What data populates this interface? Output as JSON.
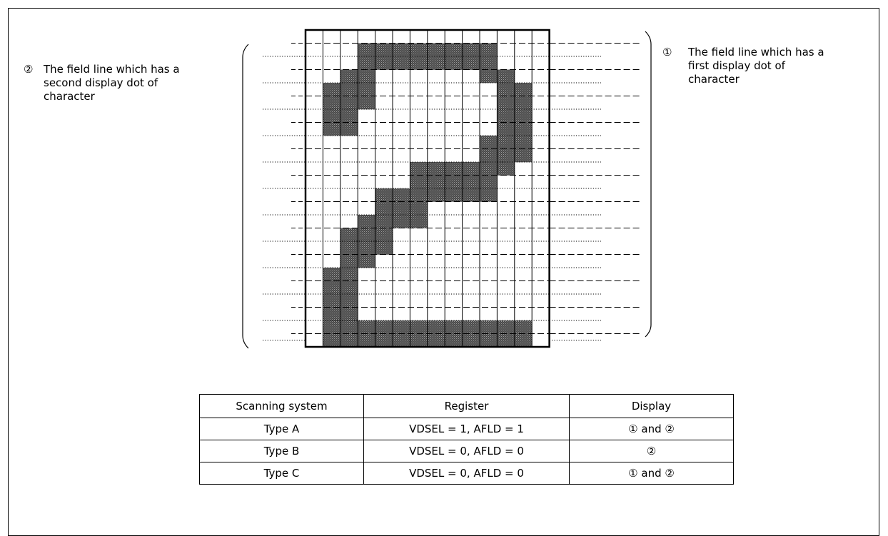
{
  "annotations": {
    "second": {
      "marker": "②",
      "lines": [
        "The field line which has a",
        "second display dot of",
        "character"
      ]
    },
    "first": {
      "marker": "①",
      "lines": [
        "The field line which has a",
        "first display dot of",
        "character"
      ]
    }
  },
  "character_matrix": {
    "columns": 14,
    "rows": 24,
    "filled_cells": [
      [
        1,
        3
      ],
      [
        1,
        4
      ],
      [
        1,
        5
      ],
      [
        1,
        6
      ],
      [
        1,
        7
      ],
      [
        1,
        8
      ],
      [
        1,
        9
      ],
      [
        1,
        10
      ],
      [
        2,
        3
      ],
      [
        2,
        4
      ],
      [
        2,
        5
      ],
      [
        2,
        6
      ],
      [
        2,
        7
      ],
      [
        2,
        8
      ],
      [
        2,
        9
      ],
      [
        2,
        10
      ],
      [
        3,
        2
      ],
      [
        3,
        3
      ],
      [
        3,
        10
      ],
      [
        3,
        11
      ],
      [
        4,
        1
      ],
      [
        4,
        2
      ],
      [
        4,
        3
      ],
      [
        4,
        11
      ],
      [
        4,
        12
      ],
      [
        5,
        1
      ],
      [
        5,
        2
      ],
      [
        5,
        3
      ],
      [
        5,
        11
      ],
      [
        5,
        12
      ],
      [
        6,
        1
      ],
      [
        6,
        2
      ],
      [
        6,
        11
      ],
      [
        6,
        12
      ],
      [
        7,
        1
      ],
      [
        7,
        2
      ],
      [
        7,
        11
      ],
      [
        7,
        12
      ],
      [
        8,
        10
      ],
      [
        8,
        11
      ],
      [
        8,
        12
      ],
      [
        9,
        10
      ],
      [
        9,
        11
      ],
      [
        9,
        12
      ],
      [
        10,
        6
      ],
      [
        10,
        7
      ],
      [
        10,
        8
      ],
      [
        10,
        9
      ],
      [
        10,
        10
      ],
      [
        10,
        11
      ],
      [
        11,
        6
      ],
      [
        11,
        7
      ],
      [
        11,
        8
      ],
      [
        11,
        9
      ],
      [
        11,
        10
      ],
      [
        12,
        4
      ],
      [
        12,
        5
      ],
      [
        12,
        6
      ],
      [
        12,
        7
      ],
      [
        12,
        8
      ],
      [
        12,
        9
      ],
      [
        12,
        10
      ],
      [
        13,
        4
      ],
      [
        13,
        5
      ],
      [
        13,
        6
      ],
      [
        14,
        3
      ],
      [
        14,
        4
      ],
      [
        14,
        5
      ],
      [
        14,
        6
      ],
      [
        15,
        2
      ],
      [
        15,
        3
      ],
      [
        15,
        4
      ],
      [
        16,
        2
      ],
      [
        16,
        3
      ],
      [
        16,
        4
      ],
      [
        17,
        2
      ],
      [
        17,
        3
      ],
      [
        18,
        1
      ],
      [
        18,
        2
      ],
      [
        19,
        1
      ],
      [
        19,
        2
      ],
      [
        20,
        1
      ],
      [
        20,
        2
      ],
      [
        21,
        1
      ],
      [
        21,
        2
      ],
      [
        22,
        1
      ],
      [
        22,
        2
      ],
      [
        22,
        3
      ],
      [
        22,
        4
      ],
      [
        22,
        5
      ],
      [
        22,
        6
      ],
      [
        22,
        7
      ],
      [
        22,
        8
      ],
      [
        22,
        9
      ],
      [
        22,
        10
      ],
      [
        22,
        11
      ],
      [
        22,
        12
      ],
      [
        23,
        1
      ],
      [
        23,
        2
      ],
      [
        23,
        3
      ],
      [
        23,
        4
      ],
      [
        23,
        5
      ],
      [
        23,
        6
      ],
      [
        23,
        7
      ],
      [
        23,
        8
      ],
      [
        23,
        9
      ],
      [
        23,
        10
      ],
      [
        23,
        11
      ],
      [
        23,
        12
      ]
    ],
    "colors": {
      "fill": "#555555",
      "grid": "#000000"
    }
  },
  "table": {
    "headers": [
      "Scanning system",
      "Register",
      "Display"
    ],
    "rows": [
      [
        "Type A",
        "VDSEL = 1, AFLD = 1",
        "① and ②"
      ],
      [
        "Type B",
        "VDSEL = 0, AFLD = 0",
        "②"
      ],
      [
        "Type C",
        "VDSEL = 0, AFLD = 0",
        "① and ②"
      ]
    ]
  }
}
